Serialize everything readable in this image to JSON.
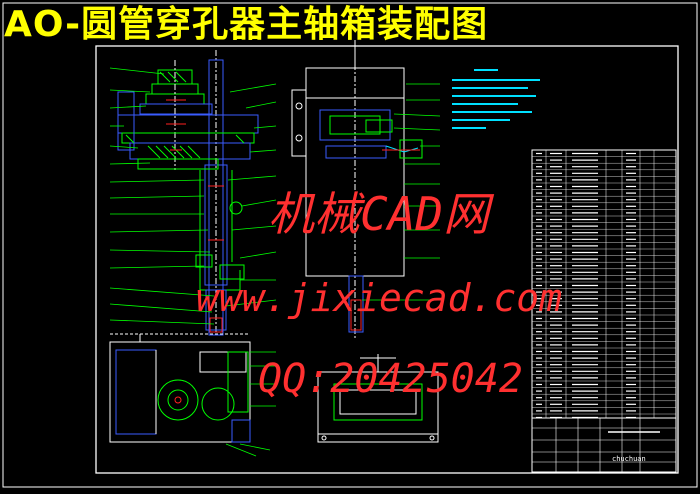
{
  "title": "AO-圆管穿孔器主轴箱装配图",
  "watermark": {
    "line1": "机械CAD网",
    "line2": "www.jixiecad.com",
    "line3": "QQ:20425042"
  },
  "title_block": {
    "company": "chuchuan"
  },
  "colors": {
    "background": "#000000",
    "frame": "#ffffff",
    "drawing_green": "#00ff00",
    "drawing_blue": "#3a5cff",
    "drawing_cyan": "#00e0ff",
    "drawing_red": "#ff2020",
    "title_yellow": "#ffff00",
    "watermark_red": "#ff3030"
  }
}
